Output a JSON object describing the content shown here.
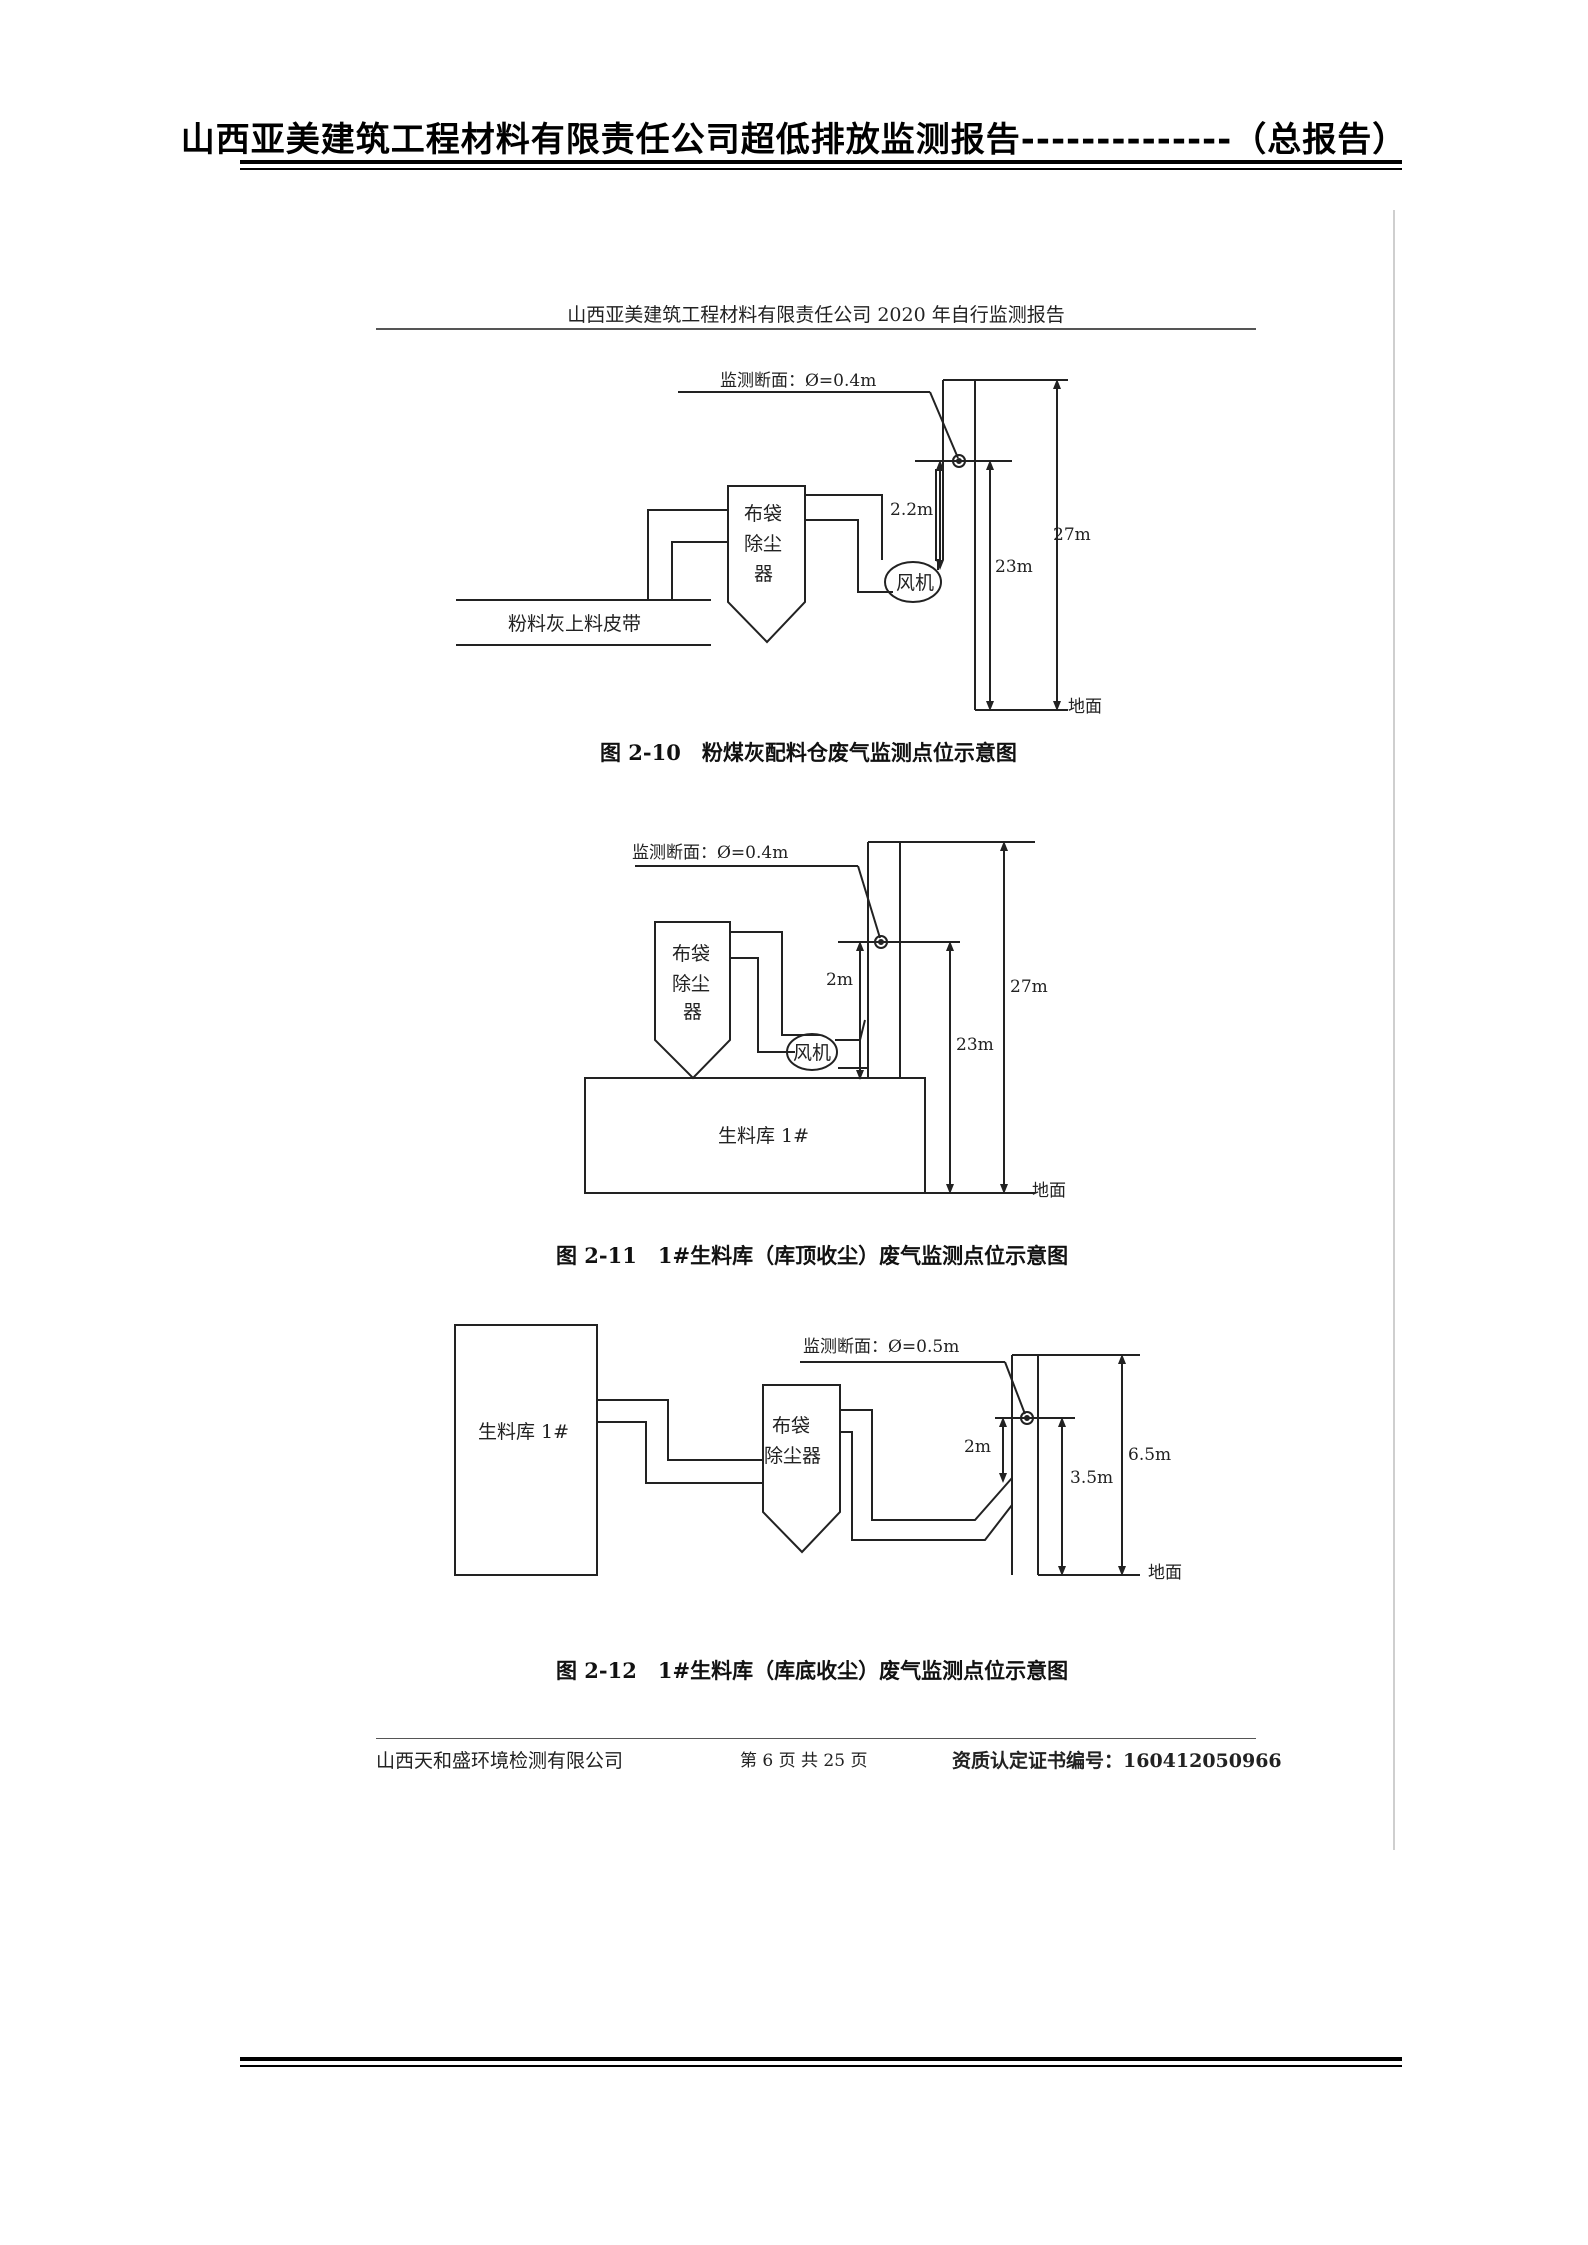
{
  "page": {
    "outer_title": "山西亚美建筑工程材料有限责任公司超低排放监测报告--------------（总报告）",
    "inner_header": "山西亚美建筑工程材料有限责任公司 2020 年自行监测报告"
  },
  "figures": [
    {
      "caption": "图 2-10　粉煤灰配料仓废气监测点位示意图",
      "section_label": "监测断面：Ø=0.4m",
      "filter_label": [
        "布袋",
        "除尘",
        "器"
      ],
      "fan_label": "风机",
      "belt_label": "粉料灰上料皮带",
      "dim_small": "2.2m",
      "dim_mid": "23m",
      "dim_total": "27m",
      "ground": "地面"
    },
    {
      "caption": "图 2-11　1#生料库（库顶收尘）废气监测点位示意图",
      "section_label": "监测断面：Ø=0.4m",
      "filter_label": [
        "布袋",
        "除尘",
        "器"
      ],
      "fan_label": "风机",
      "silo_label": "生料库 1#",
      "dim_small": "2m",
      "dim_mid": "23m",
      "dim_total": "27m",
      "ground": "地面"
    },
    {
      "caption": "图 2-12　1#生料库（库底收尘）废气监测点位示意图",
      "section_label": "监测断面：Ø=0.5m",
      "filter_label": [
        "布袋",
        "除尘器"
      ],
      "silo_label": "生料库 1#",
      "dim_small": "2m",
      "dim_mid": "3.5m",
      "dim_total": "6.5m",
      "ground": "地面"
    }
  ],
  "footer": {
    "company": "山西天和盛环境检测有限公司",
    "page": "第 6 页 共 25 页",
    "cert": "资质认定证书编号：160412050966"
  }
}
